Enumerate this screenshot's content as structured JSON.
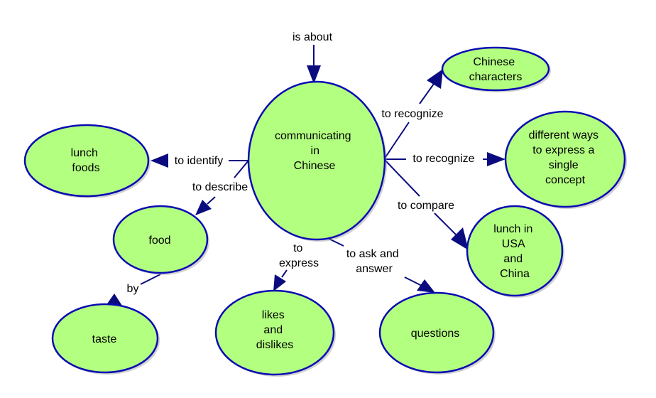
{
  "title": "Concept map: communicating in Chinese",
  "colors": {
    "concept_fill": "#b3ff80",
    "concept_stroke": "#0a0ab4",
    "link_color": "#0b0b80",
    "text_color": "#000000",
    "background": "#ffffff"
  },
  "concepts": {
    "center": {
      "lines": [
        "communicating",
        "in",
        "Chinese"
      ]
    },
    "chinese_characters": {
      "lines": [
        "Chinese",
        "characters"
      ]
    },
    "different_ways": {
      "lines": [
        "different ways",
        "to express a",
        "single",
        "concept"
      ]
    },
    "lunch_usa_china": {
      "lines": [
        "lunch in",
        "USA",
        "and",
        "China"
      ]
    },
    "questions": {
      "lines": [
        "questions"
      ]
    },
    "likes_dislikes": {
      "lines": [
        "likes",
        "and",
        "dislikes"
      ]
    },
    "taste": {
      "lines": [
        "taste"
      ]
    },
    "food": {
      "lines": [
        "food"
      ]
    },
    "lunch_foods": {
      "lines": [
        "lunch",
        "foods"
      ]
    }
  },
  "links": {
    "is_about": {
      "lines": [
        "is about"
      ]
    },
    "to_recognize_characters": {
      "lines": [
        "to recognize"
      ]
    },
    "to_recognize_ways": {
      "lines": [
        "to recognize"
      ]
    },
    "to_compare": {
      "lines": [
        "to compare"
      ]
    },
    "to_ask_and_answer": {
      "lines": [
        "to ask and",
        "answer"
      ]
    },
    "to_express": {
      "lines": [
        "to",
        "express"
      ]
    },
    "to_identify": {
      "lines": [
        "to identify"
      ]
    },
    "to_describe": {
      "lines": [
        "to describe"
      ]
    },
    "by": {
      "lines": [
        "by"
      ]
    }
  }
}
